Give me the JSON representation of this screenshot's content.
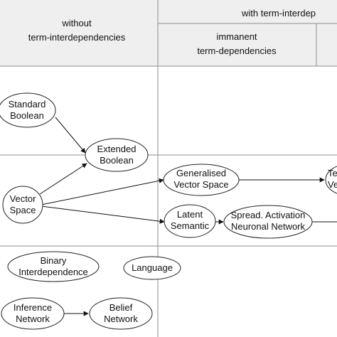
{
  "header": {
    "without_line1": "without",
    "without_line2": "term-interdependencies",
    "with": "with term-interdep",
    "immanent_line1": "immanent",
    "immanent_line2": "term-dependencies"
  },
  "nodes": {
    "standard_boolean": [
      "Standard",
      "Boolean"
    ],
    "extended_boolean": [
      "Extended",
      "Boolean"
    ],
    "vector_space": [
      "Vector",
      "Space"
    ],
    "generalised_vector_space": [
      "Generalised",
      "Vector Space"
    ],
    "partial_right": [
      "Te",
      "Ve"
    ],
    "latent_semantic": [
      "Latent",
      "Semantic"
    ],
    "spread_activation": [
      "Spread. Activation",
      "Neuronal Network"
    ],
    "binary_interdependence": [
      "Binary",
      "Interdependence"
    ],
    "language": [
      "Language"
    ],
    "inference_network": [
      "Inference",
      "Network"
    ],
    "belief_network": [
      "Belief",
      "Network"
    ]
  },
  "colors": {
    "line": "#8c8c8c",
    "stroke": "#222222",
    "header_bg": "#efefef",
    "background": "#ffffff"
  }
}
